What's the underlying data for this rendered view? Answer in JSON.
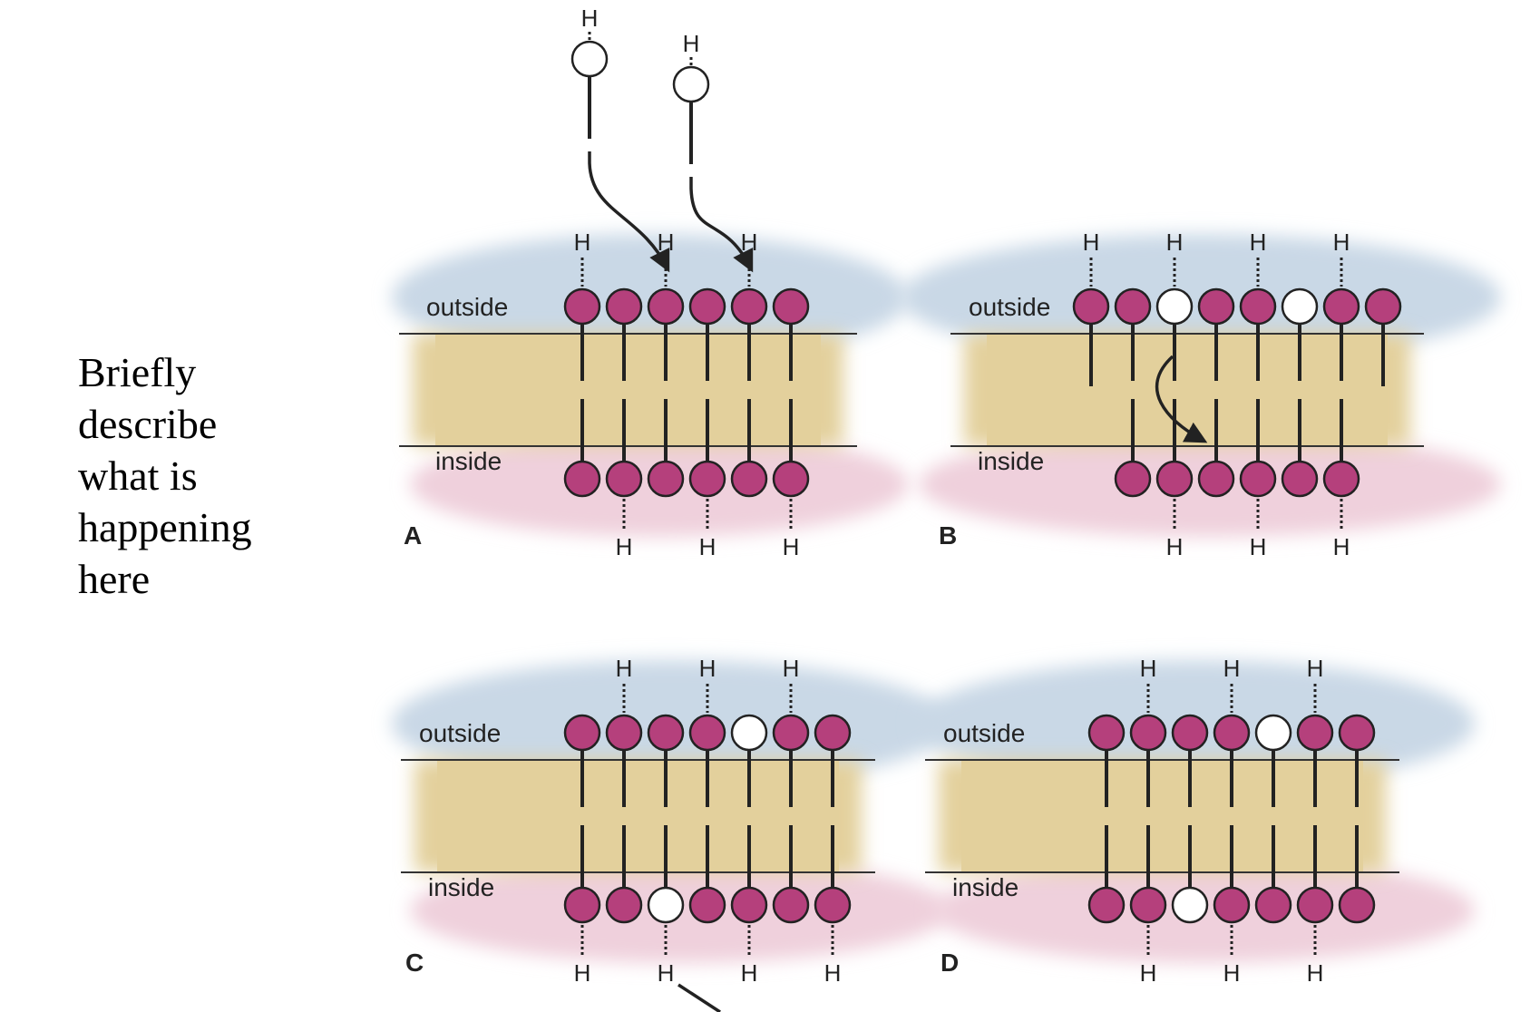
{
  "question": {
    "lines": [
      "Briefly",
      "describe",
      "what is",
      "happening",
      "here"
    ]
  },
  "labels": {
    "outside": "outside",
    "inside": "inside",
    "hydrogen": "H"
  },
  "panels": [
    {
      "id": "A",
      "label": "A",
      "outer_heads": [
        "filled",
        "filled",
        "filled",
        "filled",
        "filled",
        "filled"
      ],
      "inner_heads": [
        "filled",
        "filled",
        "filled",
        "filled",
        "filled",
        "filled"
      ],
      "outer_h": [
        true,
        false,
        true,
        false,
        true,
        false
      ],
      "inner_h": [
        false,
        true,
        false,
        true,
        false,
        true
      ],
      "incoming_molecules": 2
    },
    {
      "id": "B",
      "label": "B",
      "outer_heads": [
        "filled",
        "filled",
        "empty",
        "filled",
        "filled",
        "empty",
        "filled",
        "filled"
      ],
      "inner_heads": [
        "",
        "filled",
        "filled",
        "filled",
        "filled",
        "filled",
        "filled",
        ""
      ],
      "outer_h": [
        true,
        false,
        true,
        false,
        true,
        false,
        true,
        false
      ],
      "inner_h": [
        false,
        false,
        true,
        false,
        true,
        false,
        true,
        false
      ],
      "flip_arrow": true
    },
    {
      "id": "C",
      "label": "C",
      "outer_heads": [
        "filled",
        "filled",
        "filled",
        "filled",
        "empty",
        "filled",
        "filled"
      ],
      "inner_heads": [
        "filled",
        "filled",
        "empty",
        "filled",
        "filled",
        "filled",
        "filled"
      ],
      "outer_h": [
        false,
        true,
        false,
        true,
        false,
        true,
        false
      ],
      "inner_h": [
        true,
        false,
        true,
        false,
        true,
        false,
        true
      ],
      "outgoing_arrow": true
    },
    {
      "id": "D",
      "label": "D",
      "outer_heads": [
        "filled",
        "filled",
        "filled",
        "filled",
        "empty",
        "filled",
        "filled"
      ],
      "inner_heads": [
        "filled",
        "filled",
        "empty",
        "filled",
        "filled",
        "filled",
        "filled"
      ],
      "outer_h": [
        false,
        true,
        false,
        true,
        false,
        true,
        false
      ],
      "inner_h": [
        false,
        true,
        false,
        true,
        false,
        true,
        false
      ]
    }
  ],
  "colors": {
    "head_fill": "#b5407c",
    "empty_fill": "#ffffff",
    "outline": "#222222",
    "outside_blue": "#c9d8e6",
    "membrane_tan": "#e3d09c",
    "inside_pink": "#efd0dc"
  }
}
